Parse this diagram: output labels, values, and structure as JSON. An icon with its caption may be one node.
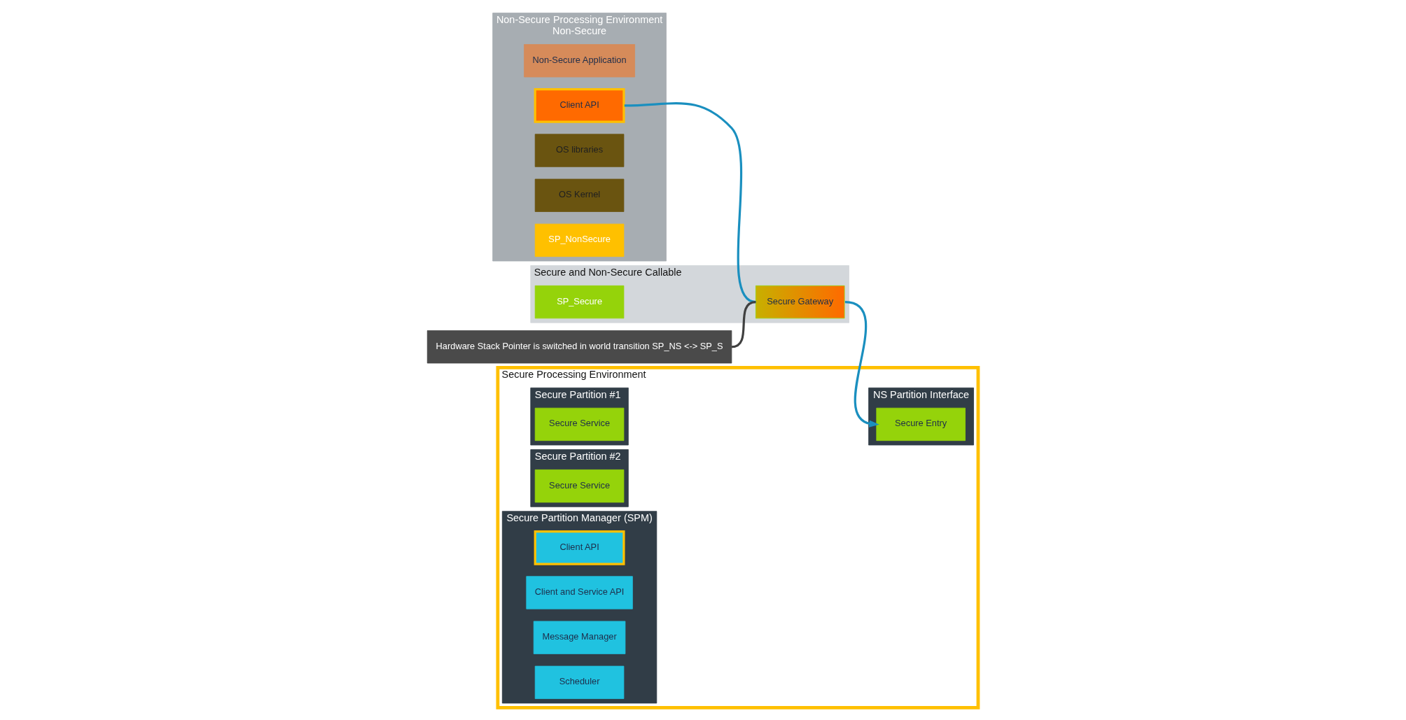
{
  "diagram": {
    "nodes": [
      {
        "text": [
          "Non-Secure Processing Environment",
          "Non-Secure"
        ]
      },
      {
        "text": [
          "Non-Secure Application"
        ],
        "in": 0
      },
      {
        "text": [
          "Client API"
        ],
        "in": 0
      },
      {
        "text": [
          "OS libraries"
        ],
        "in": 0
      },
      {
        "text": [
          "OS Kernel"
        ],
        "in": 0
      },
      {
        "text": [
          "SP_NonSecure"
        ],
        "in": 0
      },
      {
        "text": [
          "Secure and Non-Secure Callable"
        ]
      },
      {
        "text": [
          "Secure Gateway"
        ],
        "in": 6
      },
      {
        "text": [
          "SP_Secure"
        ],
        "in": 6
      },
      {
        "text": [
          "Secure Processing Environment"
        ]
      },
      {
        "text": [
          "NS Partition Interface"
        ],
        "in": 9
      },
      {
        "text": [
          "Secure Entry"
        ],
        "in": 10
      },
      {
        "text": [
          "Secure Partition #1"
        ],
        "in": 9
      },
      {
        "text": [
          "Secure Service"
        ],
        "in": 12
      },
      {
        "text": [
          "Secure Partition #2"
        ],
        "in": 9
      },
      {
        "text": [
          "Secure Service"
        ],
        "in": 14
      },
      {
        "text": [
          "Secure Partition Manager (SPM)"
        ],
        "in": 9
      },
      {
        "text": [
          "Client API"
        ],
        "in": 16
      },
      {
        "text": [
          "Client and Service API"
        ],
        "in": 16
      },
      {
        "text": [
          "Message Manager"
        ],
        "in": 16
      },
      {
        "text": [
          "Scheduler"
        ],
        "in": 16
      },
      {
        "text": [
          "Hardware Stack Pointer is switched in world transition SP_NS <-> SP_S"
        ]
      }
    ],
    "edges": [
      {
        "from": 2,
        "to": 7,
        "arrow": "none"
      },
      {
        "from": 7,
        "to": 11,
        "arrow": "to"
      },
      {
        "from": 21,
        "to": 7,
        "arrow": "none",
        "color": "#404040"
      }
    ]
  }
}
